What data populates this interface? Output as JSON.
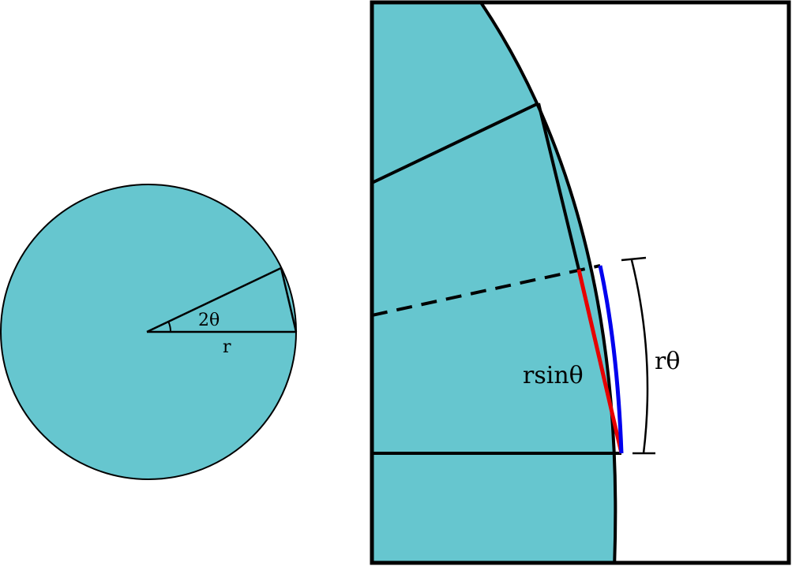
{
  "colors": {
    "fill": "#66c6cf",
    "stroke": "#000000",
    "chord": "#e60000",
    "arc": "#0000ee",
    "background": "#ffffff"
  },
  "left_figure": {
    "angle_label": "2θ",
    "radius_label": "r"
  },
  "right_figure": {
    "chord_label": "rsinθ",
    "arc_label": "rθ"
  }
}
